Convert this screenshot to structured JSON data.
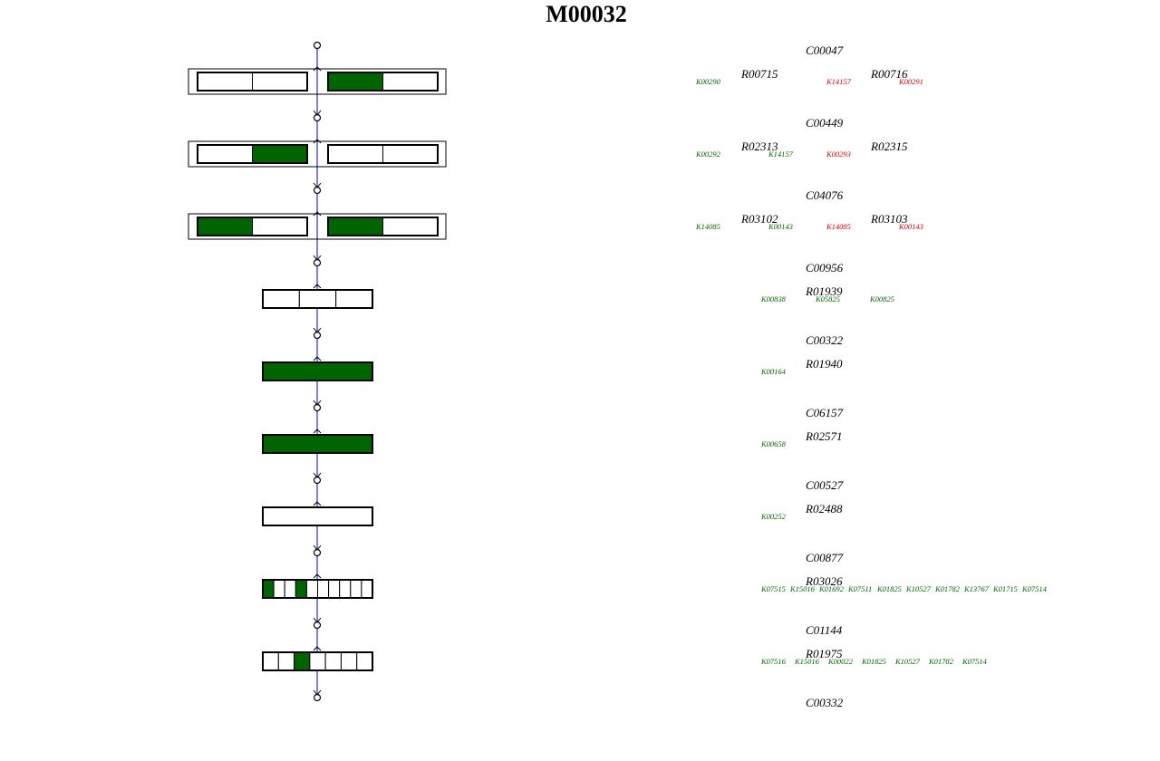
{
  "title": "M00032",
  "colors": {
    "filled": "#006400",
    "empty": "#ffffff",
    "line": "#0000c0",
    "present_ko": "#006400",
    "absent_ko": "#d40000"
  },
  "compounds": [
    "C00047",
    "C00449",
    "C04076",
    "C00956",
    "C00322",
    "C06157",
    "C00527",
    "C00877",
    "C01144",
    "C00332"
  ],
  "steps": [
    {
      "reactions": [
        "R00715",
        "R00716"
      ],
      "kos": [
        {
          "id": "K00290",
          "status": "present"
        },
        {
          "id": "K14157",
          "status": "absent"
        },
        {
          "id": "K00291",
          "status": "absent"
        }
      ],
      "bars": [
        {
          "segments": [
            false,
            false
          ]
        },
        {
          "segments": [
            true,
            false
          ]
        }
      ]
    },
    {
      "reactions": [
        "R02313",
        "R02315"
      ],
      "kos": [
        {
          "id": "K00292",
          "status": "present"
        },
        {
          "id": "K14157",
          "status": "present"
        },
        {
          "id": "K00293",
          "status": "absent"
        }
      ],
      "bars": [
        {
          "segments": [
            false,
            true
          ]
        },
        {
          "segments": [
            false,
            false
          ]
        }
      ]
    },
    {
      "reactions": [
        "R03102",
        "R03103"
      ],
      "kos": [
        {
          "id": "K14085",
          "status": "present"
        },
        {
          "id": "K00143",
          "status": "present"
        },
        {
          "id": "K14085",
          "status": "absent"
        },
        {
          "id": "K00143",
          "status": "absent"
        }
      ],
      "bars": [
        {
          "segments": [
            true,
            false
          ]
        },
        {
          "segments": [
            true,
            false
          ]
        }
      ]
    },
    {
      "reactions": [
        "R01939"
      ],
      "kos": [
        {
          "id": "K00838",
          "status": "present"
        },
        {
          "id": "K05825",
          "status": "present"
        },
        {
          "id": "K00825",
          "status": "present"
        }
      ],
      "bars": [
        {
          "segments": [
            false,
            false,
            false
          ]
        }
      ]
    },
    {
      "reactions": [
        "R01940"
      ],
      "kos": [
        {
          "id": "K00164",
          "status": "present"
        }
      ],
      "bars": [
        {
          "segments": [
            true
          ]
        }
      ]
    },
    {
      "reactions": [
        "R02571"
      ],
      "kos": [
        {
          "id": "K00658",
          "status": "present"
        }
      ],
      "bars": [
        {
          "segments": [
            true
          ]
        }
      ]
    },
    {
      "reactions": [
        "R02488"
      ],
      "kos": [
        {
          "id": "K00252",
          "status": "present"
        }
      ],
      "bars": [
        {
          "segments": [
            false
          ]
        }
      ]
    },
    {
      "reactions": [
        "R03026"
      ],
      "kos": [
        {
          "id": "K07515",
          "status": "present"
        },
        {
          "id": "K15016",
          "status": "present"
        },
        {
          "id": "K01692",
          "status": "present"
        },
        {
          "id": "K07511",
          "status": "present"
        },
        {
          "id": "K01825",
          "status": "present"
        },
        {
          "id": "K10527",
          "status": "present"
        },
        {
          "id": "K01782",
          "status": "present"
        },
        {
          "id": "K13767",
          "status": "present"
        },
        {
          "id": "K01715",
          "status": "present"
        },
        {
          "id": "K07514",
          "status": "present"
        }
      ],
      "bars": [
        {
          "segments": [
            true,
            false,
            false,
            true,
            false,
            false,
            false,
            false,
            false,
            false
          ]
        }
      ]
    },
    {
      "reactions": [
        "R01975"
      ],
      "kos": [
        {
          "id": "K07516",
          "status": "present"
        },
        {
          "id": "K15016",
          "status": "present"
        },
        {
          "id": "K00022",
          "status": "present"
        },
        {
          "id": "K01825",
          "status": "present"
        },
        {
          "id": "K10527",
          "status": "present"
        },
        {
          "id": "K01782",
          "status": "present"
        },
        {
          "id": "K07514",
          "status": "present"
        }
      ],
      "bars": [
        {
          "segments": [
            false,
            false,
            true,
            false,
            false,
            false,
            false
          ]
        }
      ]
    }
  ]
}
